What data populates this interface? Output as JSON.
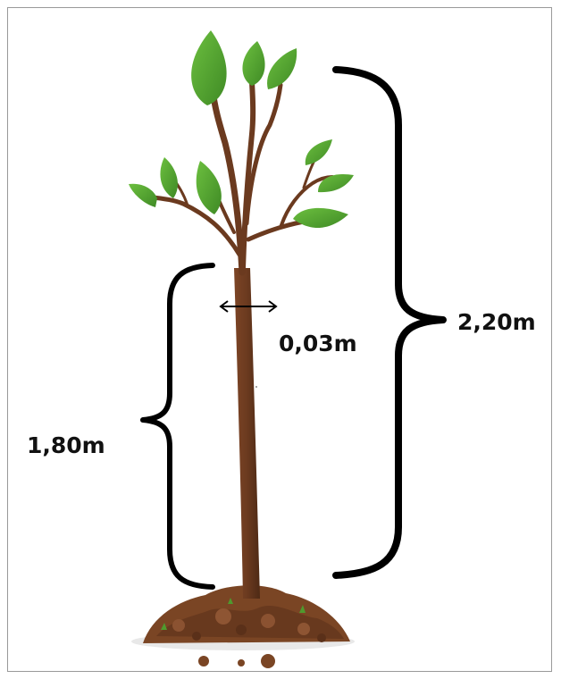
{
  "diagram": {
    "measurements": {
      "total_height": "2,20m",
      "trunk_height": "1,80m",
      "trunk_diameter": "0,03m"
    },
    "colors": {
      "trunk": "#6b3a1f",
      "leaf": "#4f9a2e",
      "leaf_highlight": "#6cbf3f",
      "soil": "#7a4524",
      "soil_dark": "#5a3019",
      "brace": "#000000"
    }
  }
}
